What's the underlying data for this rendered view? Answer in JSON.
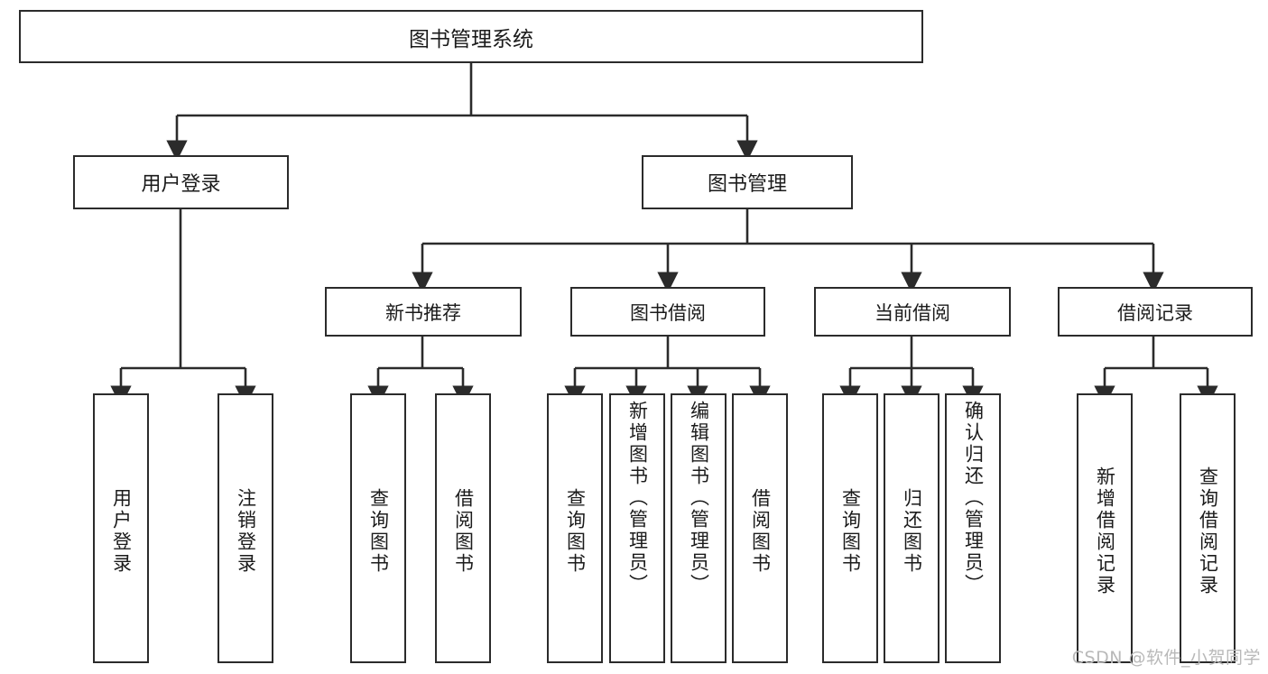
{
  "diagram": {
    "type": "tree",
    "title": "图书管理系统",
    "orientation": "top-down",
    "colors": {
      "box_border": "#2b2b2b",
      "box_fill": "#ffffff",
      "connector": "#2b2b2b",
      "text": "#1b1b1b",
      "watermark": "#b9b9b9",
      "background": "#ffffff"
    },
    "root": {
      "id": "root",
      "label": "图书管理系统"
    },
    "level1": [
      {
        "id": "user-login",
        "label": "用户登录"
      },
      {
        "id": "book-management",
        "label": "图书管理"
      }
    ],
    "level2": [
      {
        "id": "new-book-recommend",
        "label": "新书推荐",
        "parent": "book-management"
      },
      {
        "id": "book-borrow",
        "label": "图书借阅",
        "parent": "book-management"
      },
      {
        "id": "current-borrow",
        "label": "当前借阅",
        "parent": "book-management"
      },
      {
        "id": "borrow-record",
        "label": "借阅记录",
        "parent": "book-management"
      }
    ],
    "leaves": [
      {
        "id": "leaf-user-login",
        "label": "用户登录",
        "parent": "user-login"
      },
      {
        "id": "leaf-logout-login",
        "label": "注销登录",
        "parent": "user-login"
      },
      {
        "id": "leaf-query-book-1",
        "label": "查询图书",
        "parent": "new-book-recommend"
      },
      {
        "id": "leaf-borrow-book-1",
        "label": "借阅图书",
        "parent": "new-book-recommend"
      },
      {
        "id": "leaf-query-book-2",
        "label": "查询图书",
        "parent": "book-borrow"
      },
      {
        "id": "leaf-add-book",
        "label": "新增图书（管理员）",
        "parent": "book-borrow"
      },
      {
        "id": "leaf-edit-book",
        "label": "编辑图书（管理员）",
        "parent": "book-borrow"
      },
      {
        "id": "leaf-borrow-book-2",
        "label": "借阅图书",
        "parent": "book-borrow"
      },
      {
        "id": "leaf-query-book-3",
        "label": "查询图书",
        "parent": "current-borrow"
      },
      {
        "id": "leaf-return-book",
        "label": "归还图书",
        "parent": "current-borrow"
      },
      {
        "id": "leaf-confirm-return",
        "label": "确认归还（管理员）",
        "parent": "current-borrow"
      },
      {
        "id": "leaf-add-borrow-record",
        "label": "新增借阅记录",
        "parent": "borrow-record"
      },
      {
        "id": "leaf-query-borrow-record",
        "label": "查询借阅记录",
        "parent": "borrow-record"
      }
    ]
  },
  "watermark": {
    "text": "CSDN @软件_小贺同学"
  }
}
